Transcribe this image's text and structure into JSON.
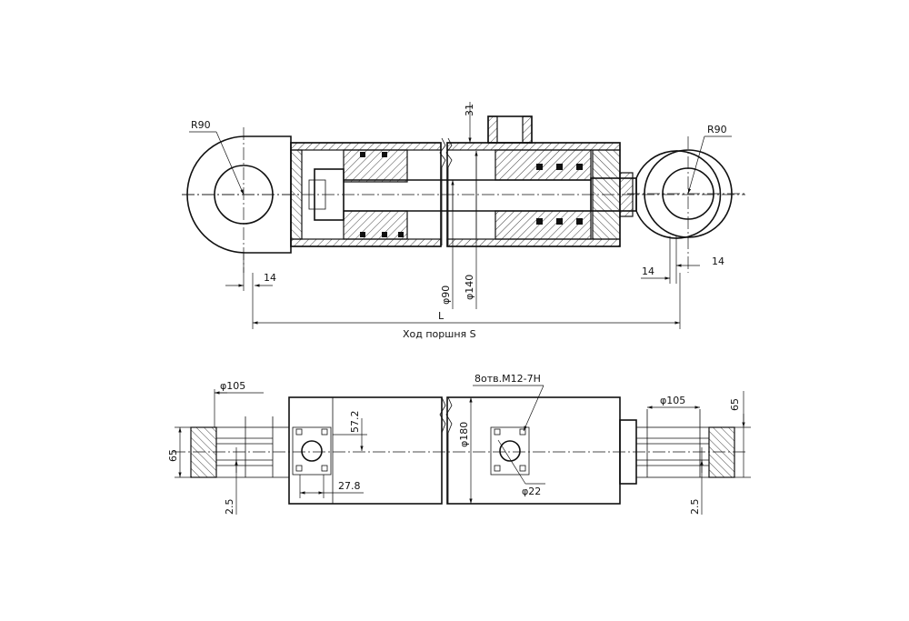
{
  "drawing": {
    "top_view": {
      "left_radius": "R90",
      "right_radius": "R90",
      "port_offset": "31",
      "left_offset": "14",
      "right_offset_a": "14",
      "right_offset_b": "14",
      "rod_diameter": "φ90",
      "bore_diameter": "φ140",
      "length_label": "L",
      "stroke_label": "Ход поршня S"
    },
    "bottom_view": {
      "left_eye_diameter": "φ105",
      "left_width": "65",
      "left_gap": "2.5",
      "flange_height": "57.2",
      "flange_width": "27.8",
      "body_diameter": "φ180",
      "thread_note": "8отв.M12-7H",
      "port_diameter": "φ22",
      "right_eye_diameter": "φ105",
      "right_width": "65",
      "right_gap": "2.5"
    }
  }
}
